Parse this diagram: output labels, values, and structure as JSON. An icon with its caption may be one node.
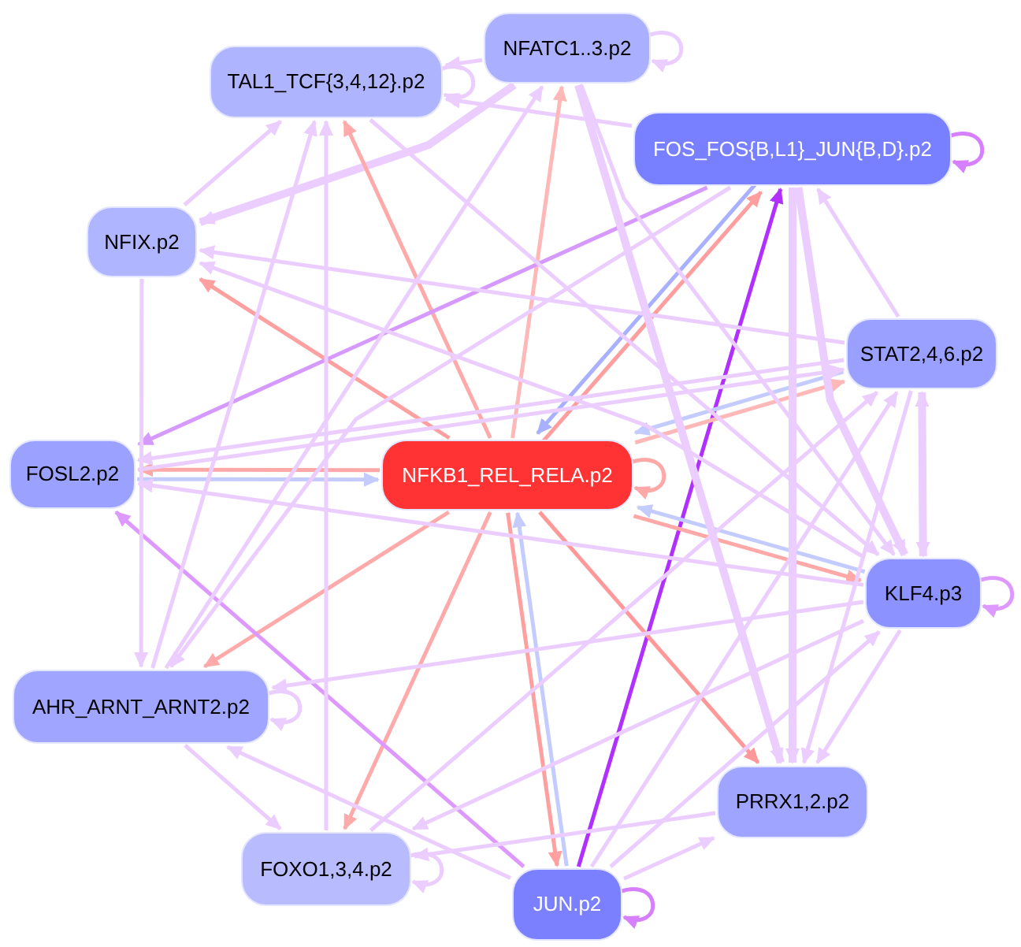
{
  "diagram": {
    "nodes": [
      {
        "text": [
          "NFATC1..3.p2"
        ]
      },
      {
        "text": [
          "TAL1_TCF{3,4,12}.p2"
        ]
      },
      {
        "text": [
          "FOS_FOS{B,L1}_JUN{B,D}.p2"
        ]
      },
      {
        "text": [
          "NFIX.p2"
        ]
      },
      {
        "text": [
          "STAT2,4,6.p2"
        ]
      },
      {
        "text": [
          "FOSL2.p2"
        ]
      },
      {
        "text": [
          "NFKB1_REL_RELA.p2"
        ]
      },
      {
        "text": [
          "KLF4.p3"
        ]
      },
      {
        "text": [
          "AHR_ARNT_ARNT2.p2"
        ]
      },
      {
        "text": [
          "PRRX1,2.p2"
        ]
      },
      {
        "text": [
          "FOXO1,3,4.p2"
        ]
      },
      {
        "text": [
          "JUN.p2"
        ]
      }
    ],
    "edges": [
      {
        "from": 0,
        "to": 0,
        "arrow": "to"
      },
      {
        "from": 1,
        "to": 1,
        "arrow": "to"
      },
      {
        "from": 2,
        "to": 2,
        "arrow": "to",
        "color": "#d680ff"
      },
      {
        "from": 6,
        "to": 6,
        "arrow": "to",
        "color": "#ffa8a8"
      },
      {
        "from": 7,
        "to": 7,
        "arrow": "to",
        "color": "#dd99ff"
      },
      {
        "from": 8,
        "to": 8,
        "arrow": "to"
      },
      {
        "from": 10,
        "to": 10,
        "arrow": "to"
      },
      {
        "from": 11,
        "to": 11,
        "arrow": "to",
        "color": "#d680ff"
      },
      {
        "from": 0,
        "to": 1,
        "arrow": "to"
      },
      {
        "from": 2,
        "to": 1,
        "arrow": "to"
      },
      {
        "from": 0,
        "to": 3,
        "arrow": "to",
        "style": "thick"
      },
      {
        "from": 3,
        "to": 1,
        "arrow": "to"
      },
      {
        "from": 6,
        "to": 0,
        "arrow": "to",
        "color": "#ffb8b8"
      },
      {
        "from": 6,
        "to": 1,
        "arrow": "to",
        "color": "#ffaaaa"
      },
      {
        "from": 6,
        "to": 3,
        "arrow": "to",
        "color": "#ffa0a0"
      },
      {
        "from": 6,
        "to": 2,
        "arrow": "to",
        "color": "#ff9e9e"
      },
      {
        "from": 2,
        "to": 6,
        "arrow": "to",
        "color": "#a8b0ff"
      },
      {
        "from": 11,
        "to": 2,
        "arrow": "to",
        "color": "#b030ff"
      },
      {
        "from": 2,
        "to": 5,
        "arrow": "to",
        "color": "#d699ff"
      },
      {
        "from": 4,
        "to": 2,
        "arrow": "to"
      },
      {
        "from": 4,
        "to": 6,
        "arrow": "to",
        "color": "#c4ccff"
      },
      {
        "from": 6,
        "to": 4,
        "arrow": "to",
        "color": "#ffb8b8"
      },
      {
        "from": 7,
        "to": 6,
        "arrow": "to",
        "color": "#c4ccff"
      },
      {
        "from": 6,
        "to": 7,
        "arrow": "to",
        "color": "#ffa8a8"
      },
      {
        "from": 6,
        "to": 8,
        "arrow": "to",
        "color": "#ffaaaa"
      },
      {
        "from": 6,
        "to": 10,
        "arrow": "to",
        "color": "#ffaaaa"
      },
      {
        "from": 6,
        "to": 11,
        "arrow": "to",
        "color": "#ffa0a0"
      },
      {
        "from": 11,
        "to": 6,
        "arrow": "to",
        "color": "#c4ccff"
      },
      {
        "from": 6,
        "to": 9,
        "arrow": "to",
        "color": "#ff9999"
      },
      {
        "from": 6,
        "to": 5,
        "arrow": "to",
        "color": "#ffa8a8"
      },
      {
        "from": 5,
        "to": 6,
        "arrow": "to",
        "color": "#c4ccff"
      },
      {
        "from": 11,
        "to": 5,
        "arrow": "to",
        "color": "#dd99ff"
      },
      {
        "from": 7,
        "to": 5,
        "arrow": "to"
      },
      {
        "from": 4,
        "to": 5,
        "arrow": "to"
      },
      {
        "from": 4,
        "to": 3,
        "arrow": "to"
      },
      {
        "from": 7,
        "to": 3,
        "arrow": "to"
      },
      {
        "from": 3,
        "to": 8,
        "arrow": "to"
      },
      {
        "from": 7,
        "to": 8,
        "arrow": "to"
      },
      {
        "from": 11,
        "to": 8,
        "arrow": "to"
      },
      {
        "from": 8,
        "to": 10,
        "arrow": "to"
      },
      {
        "from": 10,
        "to": 1,
        "arrow": "to"
      },
      {
        "from": 9,
        "to": 10,
        "arrow": "to"
      },
      {
        "from": 7,
        "to": 10,
        "arrow": "to"
      },
      {
        "from": 11,
        "to": 9,
        "arrow": "to"
      },
      {
        "from": 7,
        "to": 9,
        "arrow": "to"
      },
      {
        "from": 4,
        "to": 9,
        "arrow": "to"
      },
      {
        "from": 2,
        "to": 9,
        "arrow": "to",
        "style": "thick"
      },
      {
        "from": 0,
        "to": 9,
        "arrow": "to",
        "style": "thick"
      },
      {
        "from": 7,
        "to": 4,
        "arrow": "both",
        "style": "thick"
      },
      {
        "from": 2,
        "to": 7,
        "arrow": "to",
        "style": "thick"
      },
      {
        "from": 1,
        "to": 7,
        "arrow": "to"
      },
      {
        "from": 0,
        "to": 7,
        "arrow": "to"
      },
      {
        "from": 11,
        "to": 4,
        "arrow": "to"
      },
      {
        "from": 11,
        "to": 7,
        "arrow": "to"
      },
      {
        "from": 8,
        "to": 0,
        "arrow": "to"
      },
      {
        "from": 2,
        "to": 8,
        "arrow": "to"
      },
      {
        "from": 10,
        "to": 4,
        "arrow": "to"
      },
      {
        "from": 5,
        "to": 4,
        "arrow": "to"
      },
      {
        "from": 8,
        "to": 1,
        "arrow": "to"
      }
    ]
  }
}
